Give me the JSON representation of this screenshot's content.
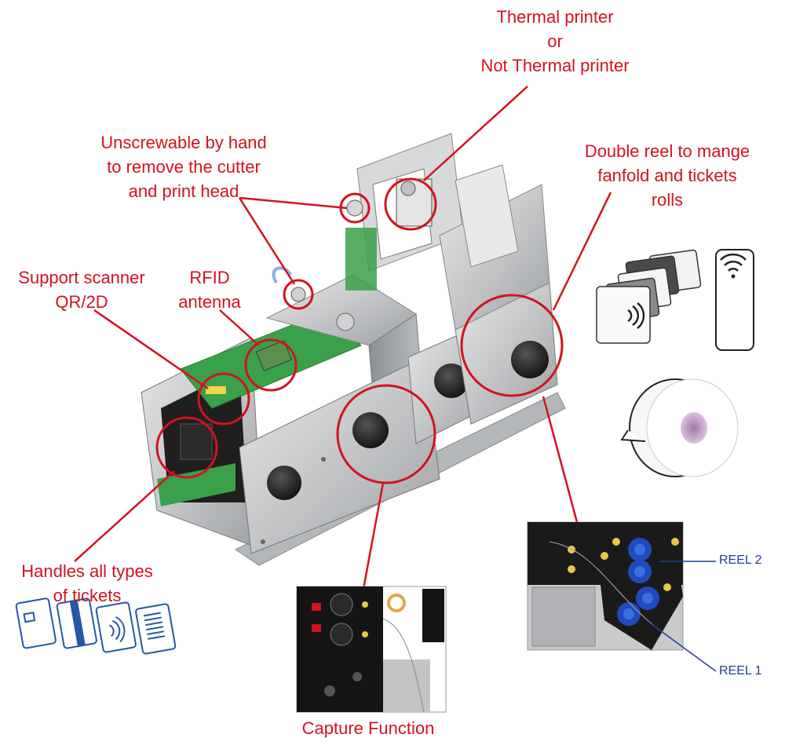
{
  "callouts": {
    "thermal_printer": {
      "lines": [
        "Thermal printer",
        "or",
        "Not Thermal printer"
      ]
    },
    "unscrewable": {
      "lines": [
        "Unscrewable by hand",
        "to remove the cutter",
        "and print head"
      ]
    },
    "double_reel": {
      "lines": [
        "Double reel to mange",
        "fanfold and tickets",
        "rolls"
      ]
    },
    "scanner": {
      "lines": [
        "Support scanner",
        "QR/2D"
      ]
    },
    "rfid": {
      "lines": [
        "RFID",
        "antenna"
      ]
    },
    "tickets": {
      "lines": [
        "Handles all types",
        "of tickets"
      ]
    },
    "capture": {
      "lines": [
        "Capture Function"
      ]
    }
  },
  "reels": {
    "reel2": "REEL 2",
    "reel1": "REEL 1"
  },
  "colors": {
    "callout_red": "#d4121e",
    "reel_blue": "#1f3f8f",
    "steel": "#c9cbcd",
    "pcb_green": "#3aa04a"
  },
  "icons": [
    "smart-card-icon",
    "magnetic-card-icon",
    "contactless-card-icon",
    "barcode-ticket-icon",
    "rfid-card-stack-icon",
    "contactless-phone-icon",
    "paper-roll-icon"
  ]
}
